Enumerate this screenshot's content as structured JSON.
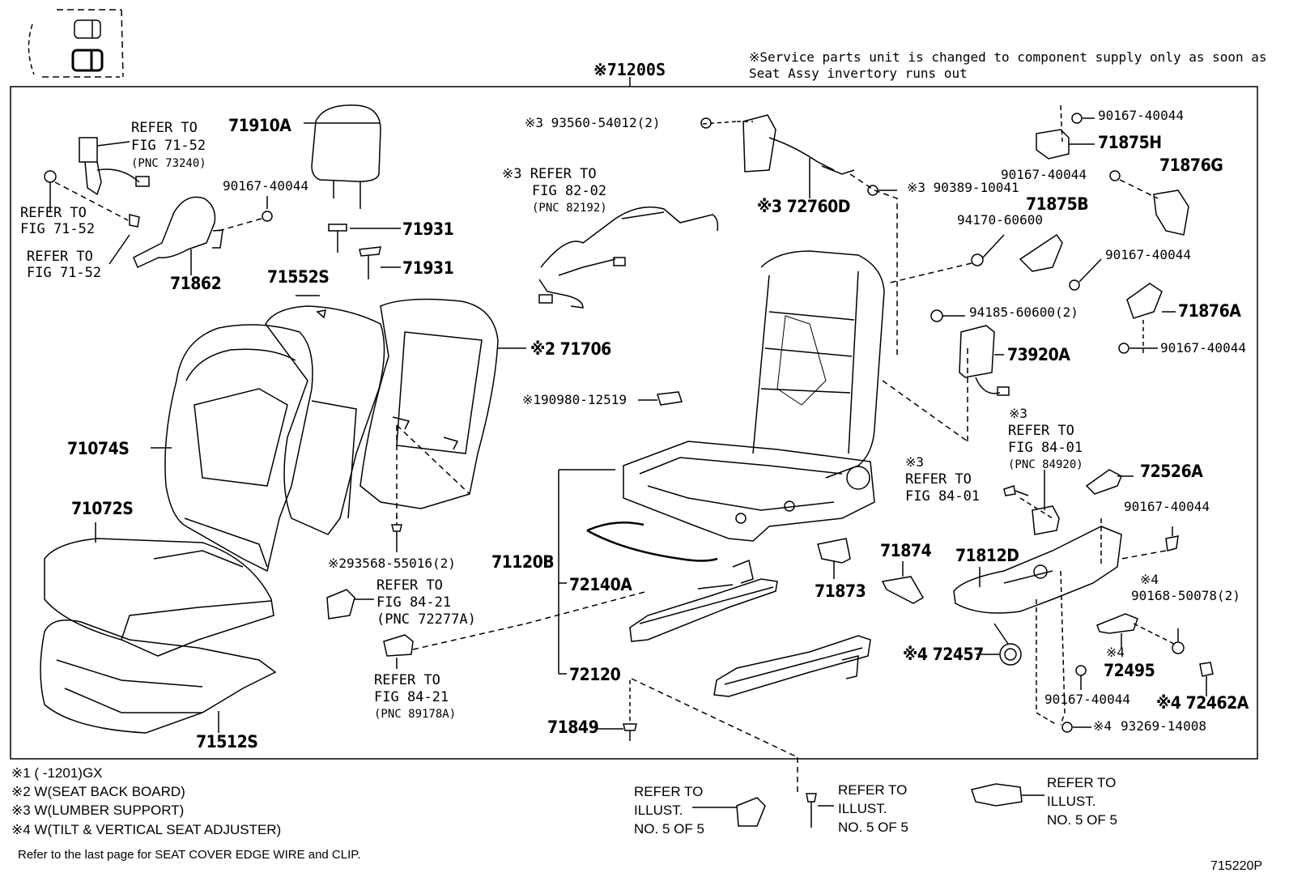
{
  "header": {
    "assembly": "※71200S",
    "service_note_1": "※Service parts unit is changed to component supply only as soon as",
    "service_note_2": "Seat Assy invertory runs out"
  },
  "labels": {
    "p71910A": "71910A",
    "p71862": "71862",
    "p90167_a": "90167-40044",
    "p71931_a": "71931",
    "p71931_b": "71931",
    "p71552S": "71552S",
    "p71706": "※2 71706",
    "p71074S": "71074S",
    "p71072S": "71072S",
    "p71512S": "71512S",
    "p93568": "※293568-55016(2)",
    "p93560": "※3 93560-54012(2)",
    "p72760D": "※3 72760D",
    "p90389": "※3 90389-10041",
    "p190980": "※190980-12519",
    "p71120B": "71120B",
    "p72140A": "72140A",
    "p72120": "72120",
    "p71849": "71849",
    "p90167_b": "90167-40044",
    "p71875H": "71875H",
    "p90167_c": "90167-40044",
    "p71876G": "71876G",
    "p71875B": "71875B",
    "p94170": "94170-60600",
    "p90167_d": "90167-40044",
    "p94185": "94185-60600(2)",
    "p71876A": "71876A",
    "p90167_e": "90167-40044",
    "p73920A": "73920A",
    "p72526A": "72526A",
    "p90167_f": "90167-40044",
    "p71874": "71874",
    "p71873": "71873",
    "p71812D": "71812D",
    "p72457": "※4 72457",
    "p90168": "90168-50078(2)",
    "p90168_mark": "※4",
    "p72495_mark": "※4",
    "p72495": "72495",
    "p90167_g": "90167-40044",
    "p72462A": "※4 72462A",
    "p93269": "93269-14008",
    "p93269_mark": "※4",
    "p3_mark_a": "※3",
    "p3_mark_b": "※3"
  },
  "refs": {
    "r1": [
      "REFER TO",
      "FIG 71-52",
      "(PNC 73240)"
    ],
    "r2": [
      "REFER TO",
      "FIG 71-52"
    ],
    "r3": [
      "REFER TO",
      "FIG 71-52"
    ],
    "r4": [
      "※3 REFER TO",
      "FIG 82-02",
      "(PNC 82192)"
    ],
    "r5": [
      "REFER TO",
      "FIG 84-21",
      "(PNC 72277A)"
    ],
    "r6": [
      "REFER TO",
      "FIG 84-21",
      "(PNC 89178A)"
    ],
    "r7": [
      "REFER TO",
      "FIG 84-01",
      "(PNC 84920)"
    ],
    "r8": [
      "REFER TO",
      "FIG 84-01"
    ],
    "r9": [
      "REFER TO",
      "ILLUST.",
      "NO. 5 OF 5"
    ],
    "r10": [
      "REFER TO",
      "ILLUST.",
      "NO. 5 OF 5"
    ],
    "r11": [
      "REFER TO",
      "ILLUST.",
      "NO. 5 OF 5"
    ]
  },
  "footnotes": {
    "n1": "※1 (      -1201)GX",
    "n2": "※2 W(SEAT BACK BOARD)",
    "n3": "※3 W(LUMBER SUPPORT)",
    "n4": "※4 W(TILT & VERTICAL SEAT ADJUSTER)",
    "bottom_note": "Refer to the last page for SEAT COVER EDGE WIRE and CLIP.",
    "figure_id": "715220P"
  }
}
